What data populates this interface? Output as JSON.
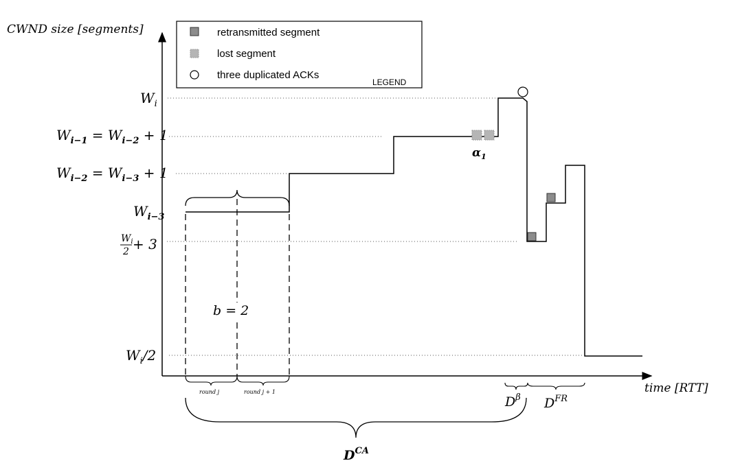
{
  "axes": {
    "y_label": "CWND size [segments]",
    "x_label": "time [RTT]"
  },
  "legend": {
    "title": "LEGEND",
    "items": [
      {
        "icon": "retransmitted-segment-icon",
        "label": "retransmitted segment"
      },
      {
        "icon": "lost-segment-icon",
        "label": "lost segment"
      },
      {
        "icon": "circle-icon",
        "label": "three duplicated ACKs"
      }
    ]
  },
  "y_levels": [
    {
      "id": "wi",
      "label": "W",
      "sub": "i",
      "rest": ""
    },
    {
      "id": "wi1",
      "label": "W",
      "sub": "i−1",
      "rest": " = W",
      "sub2": "i−2",
      "rest2": " + 1"
    },
    {
      "id": "wi2",
      "label": "W",
      "sub": "i−2",
      "rest": " = W",
      "sub2": "i−3",
      "rest2": " + 1"
    },
    {
      "id": "wi3",
      "label": "W",
      "sub": "i−3",
      "rest": ""
    },
    {
      "id": "half3",
      "num": "W",
      "numsub": "i",
      "den": "2",
      "rest": " + 3"
    },
    {
      "id": "half",
      "label": "W",
      "sub": "i",
      "rest": "/2"
    }
  ],
  "annotations": {
    "b_label": "b = 2",
    "alpha_label": "α",
    "alpha_sub": "1",
    "round_j": "round j",
    "round_j1": "round j + 1",
    "d_beta": "D",
    "d_beta_sup": "β",
    "d_fr": "D",
    "d_fr_sup": "FR",
    "d_ca": "D",
    "d_ca_sup": "CA"
  },
  "colors": {
    "retransmitted_fill": "#8c8c8c",
    "lost_fill": "#b5b5b5",
    "line": "#000000"
  }
}
